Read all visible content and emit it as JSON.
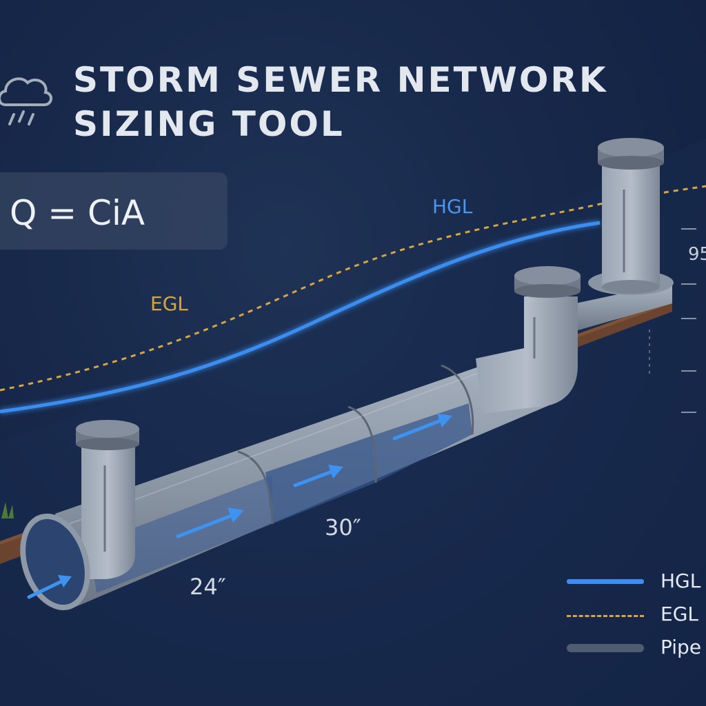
{
  "header": {
    "title_line1": "STORM SEWER NETWORK",
    "title_line2": "SIZING TOOL",
    "icon": "rain-cloud-icon"
  },
  "formula": {
    "text": "Q = CiA"
  },
  "profile": {
    "hgl_label": "HGL",
    "egl_label": "EGL",
    "elevation_label": "95",
    "pipes": [
      {
        "diameter_label": "24″"
      },
      {
        "diameter_label": "30″"
      }
    ]
  },
  "legend": {
    "items": [
      {
        "label": "HGL"
      },
      {
        "label": "EGL"
      },
      {
        "label": "Pipe"
      }
    ]
  },
  "colors": {
    "background": "#17284a",
    "hgl": "#3a8ef0",
    "egl": "#d8a640",
    "pipe": "#8f9aa8",
    "soil": "#6b4430",
    "flow_arrow": "#3d93f2"
  }
}
